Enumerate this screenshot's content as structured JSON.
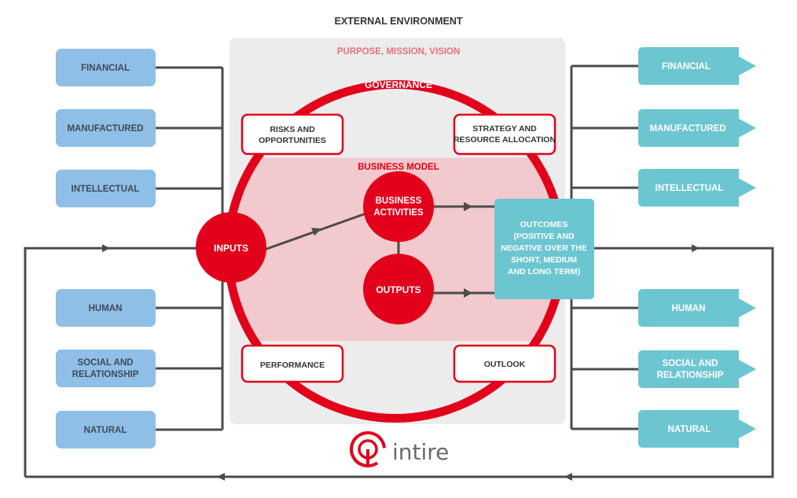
{
  "header": {
    "title": "EXTERNAL ENVIRONMENT"
  },
  "purpose_label": "PURPOSE, MISSION, VISION",
  "governance_label": "GOVERNANCE",
  "business_model_label": "BUSINESS MODEL",
  "corner_boxes": {
    "risks": [
      "RISKS AND",
      "OPPORTUNITIES"
    ],
    "strategy": [
      "STRATEGY AND",
      "RESOURCE ALLOCATION"
    ],
    "performance": "PERFORMANCE",
    "outlook": "OUTLOOK"
  },
  "nodes": {
    "inputs": "INPUTS",
    "activities": [
      "BUSINESS",
      "ACTIVITIES"
    ],
    "outputs": "OUTPUTS"
  },
  "outcomes": [
    "OUTCOMES",
    "(POSITIVE AND",
    "NEGATIVE OVER THE",
    "SHORT, MEDIUM",
    "AND LONG TERM)"
  ],
  "capitals_in": {
    "financial": [
      "FINANCIAL"
    ],
    "manufactured": [
      "MANUFACTURED"
    ],
    "intellectual": [
      "INTELLECTUAL"
    ],
    "human": [
      "HUMAN"
    ],
    "social": [
      "SOCIAL AND",
      "RELATIONSHIP"
    ],
    "natural": [
      "NATURAL"
    ]
  },
  "capitals_out": {
    "financial": [
      "FINANCIAL"
    ],
    "manufactured": [
      "MANUFACTURED"
    ],
    "intellectual": [
      "INTELLECTUAL"
    ],
    "human": [
      "HUMAN"
    ],
    "social": [
      "SOCIAL AND",
      "RELATIONSHIP"
    ],
    "natural": [
      "NATURAL"
    ]
  },
  "logo": {
    "text": "intire"
  },
  "colors": {
    "red": "#e2001a",
    "pink_band": "#f2c9cc",
    "grey_panel": "#ececec",
    "input_box": "#8fbfe6",
    "output_box": "#6cc6d2",
    "line": "#4b4b4b"
  }
}
